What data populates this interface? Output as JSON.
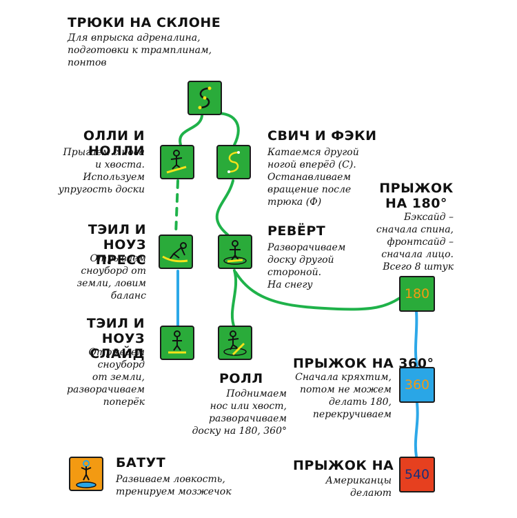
{
  "header": {
    "title": "ТРЮКИ НА СКЛОНЕ",
    "subtitle": "Для впрыска адреналина,\nподготовки к трамплинам,\nпонтов"
  },
  "tricks": {
    "olli": {
      "title": "ОЛЛИ И НОЛЛИ",
      "desc": "Прыгаем с носа\nи хвоста.\nИспользуем\nупругость доски",
      "icon": "jumping-boarder-icon"
    },
    "switch": {
      "title": "СВИЧ И ФЭКИ",
      "desc": "Катаемся другой\nногой вперёд (С).\nОстанавливаем\nвращение после\nтрюка (Ф)",
      "icon": "s-curve-icon"
    },
    "press": {
      "title": "ТЭИЛ И НОУЗ\nПРЕСС",
      "desc": "Отрываем\nсноуборд от\nземли, ловим\nбаланс",
      "icon": "press-boarder-icon"
    },
    "revert": {
      "title": "РЕВЁРТ",
      "desc": "Разворачиваем\nдоску другой\nстороной.\nНа снегу",
      "icon": "rotate-boarder-icon"
    },
    "slide": {
      "title": "ТЭИЛ И НОУЗ\nСЛАЙД",
      "desc": "Отрываем\nсноуборд\nот земли,\nразворачиваем\nпоперёк",
      "icon": "slide-boarder-icon"
    },
    "roll": {
      "title": "РОЛЛ",
      "desc": "Поднимаем\nнос или хвост,\nразворачиваем\nдоску на 180, 360°",
      "icon": "roll-boarder-icon"
    },
    "jump180": {
      "title": "ПРЫЖОК\nНА 180°",
      "desc": "Бэксайд –\nсначала спина,\nфронтсайд –\nсначала лицо.\nВсего 8 штук",
      "label": "180"
    },
    "jump360": {
      "title": "ПРЫЖОК НА 360°",
      "desc": "Сначала кряхтим,\nпотом не можем\nделать 180,\nперекручиваем",
      "label": "360"
    },
    "jump540": {
      "title": "ПРЫЖОК НА 540°",
      "desc": "Американцы\nделают",
      "label": "540"
    },
    "trampoline": {
      "title": "БАТУТ",
      "desc": "Развиваем ловкость,\nтренируем мозжечок",
      "icon": "trampoline-jumper-icon"
    }
  },
  "colors": {
    "node_green": "#2aab3a",
    "link_green": "#1fb24a",
    "link_blue": "#2da8e8",
    "node_blue": "#2aa6e6",
    "node_red": "#e6401f",
    "node_orange": "#f39a12",
    "label_orange": "#f39a12",
    "label_navy": "#1a2f7a"
  },
  "root": {
    "icon": "s-curve-icon"
  }
}
